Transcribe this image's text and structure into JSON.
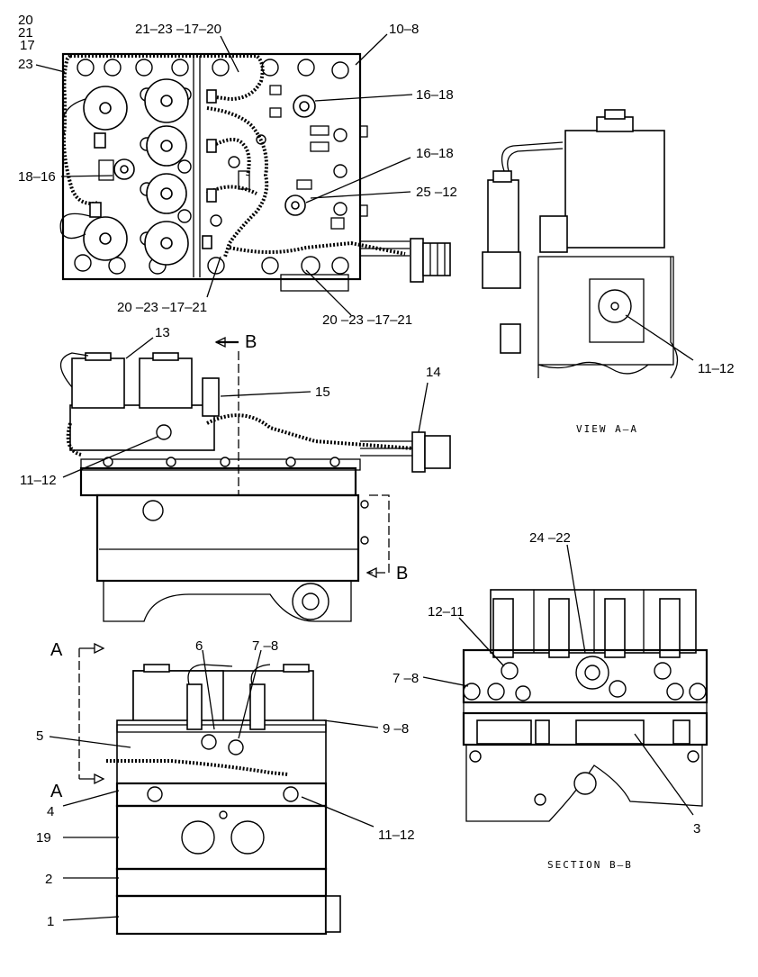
{
  "labels": {
    "top_stack": [
      "20",
      "21",
      "17",
      "23"
    ],
    "t_21_23_17_20": "21–23 –17–20",
    "t_10_8": "10–8",
    "t_16_18_a": "16–18",
    "t_16_18_b": "16–18",
    "t_25_12": "25 –12",
    "t_18_16": "18–16",
    "t_20_23_17_21_a": "20 –23 –17–21",
    "t_20_23_17_21_b": "20 –23 –17–21",
    "t_11_12_va": "11–12",
    "t_13": "13",
    "t_b_top": "B",
    "t_15": "15",
    "t_14": "14",
    "t_11_12_mid": "11–12",
    "t_b_bottom": "B",
    "t_a_top": "A",
    "t_a_bottom": "A",
    "t_6": "6",
    "t_7_8": "7 –8",
    "t_5": "5",
    "t_9_8": "9 –8",
    "t_4": "4",
    "t_19": "19",
    "t_11_12_front": "11–12",
    "t_2": "2",
    "t_1": "1",
    "t_24_22": "24 –22",
    "t_12_11": "12–11",
    "t_7_8_sec": "7 –8",
    "t_3": "3"
  },
  "captions": {
    "view_aa": "VIEW A–A",
    "section_bb": "SECTION B–B"
  }
}
